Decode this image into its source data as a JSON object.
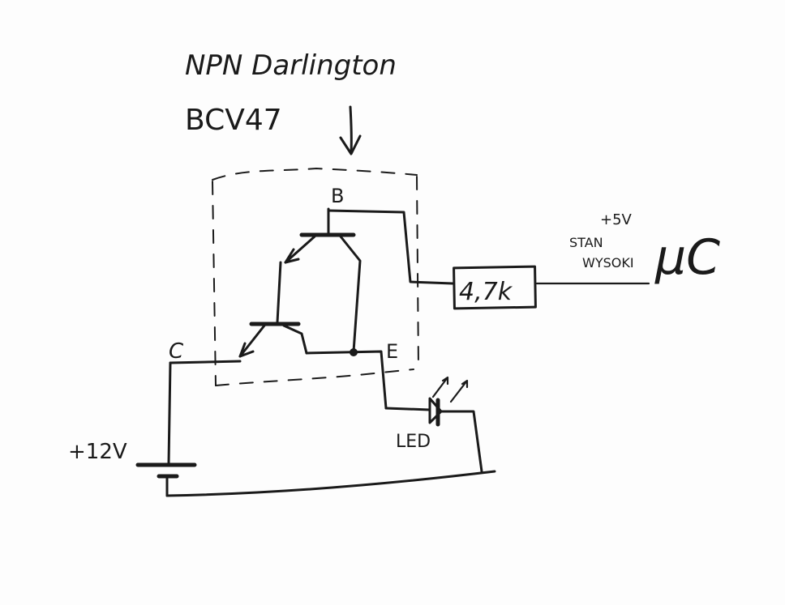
{
  "title_line1": "NPN Darlington",
  "title_line2": "BCV47",
  "pins": {
    "base": "B",
    "collector": "C",
    "emitter": "E"
  },
  "resistor": {
    "value": "4,7k"
  },
  "supply_5v": "+5V",
  "state_line1": "STAN",
  "state_line2": "WYSOKI",
  "mcu_label": "µC",
  "battery_label": "+12V",
  "led_label": "LED",
  "colors": {
    "ink": "#1a1a1a",
    "paper": "#fdfdfd"
  }
}
